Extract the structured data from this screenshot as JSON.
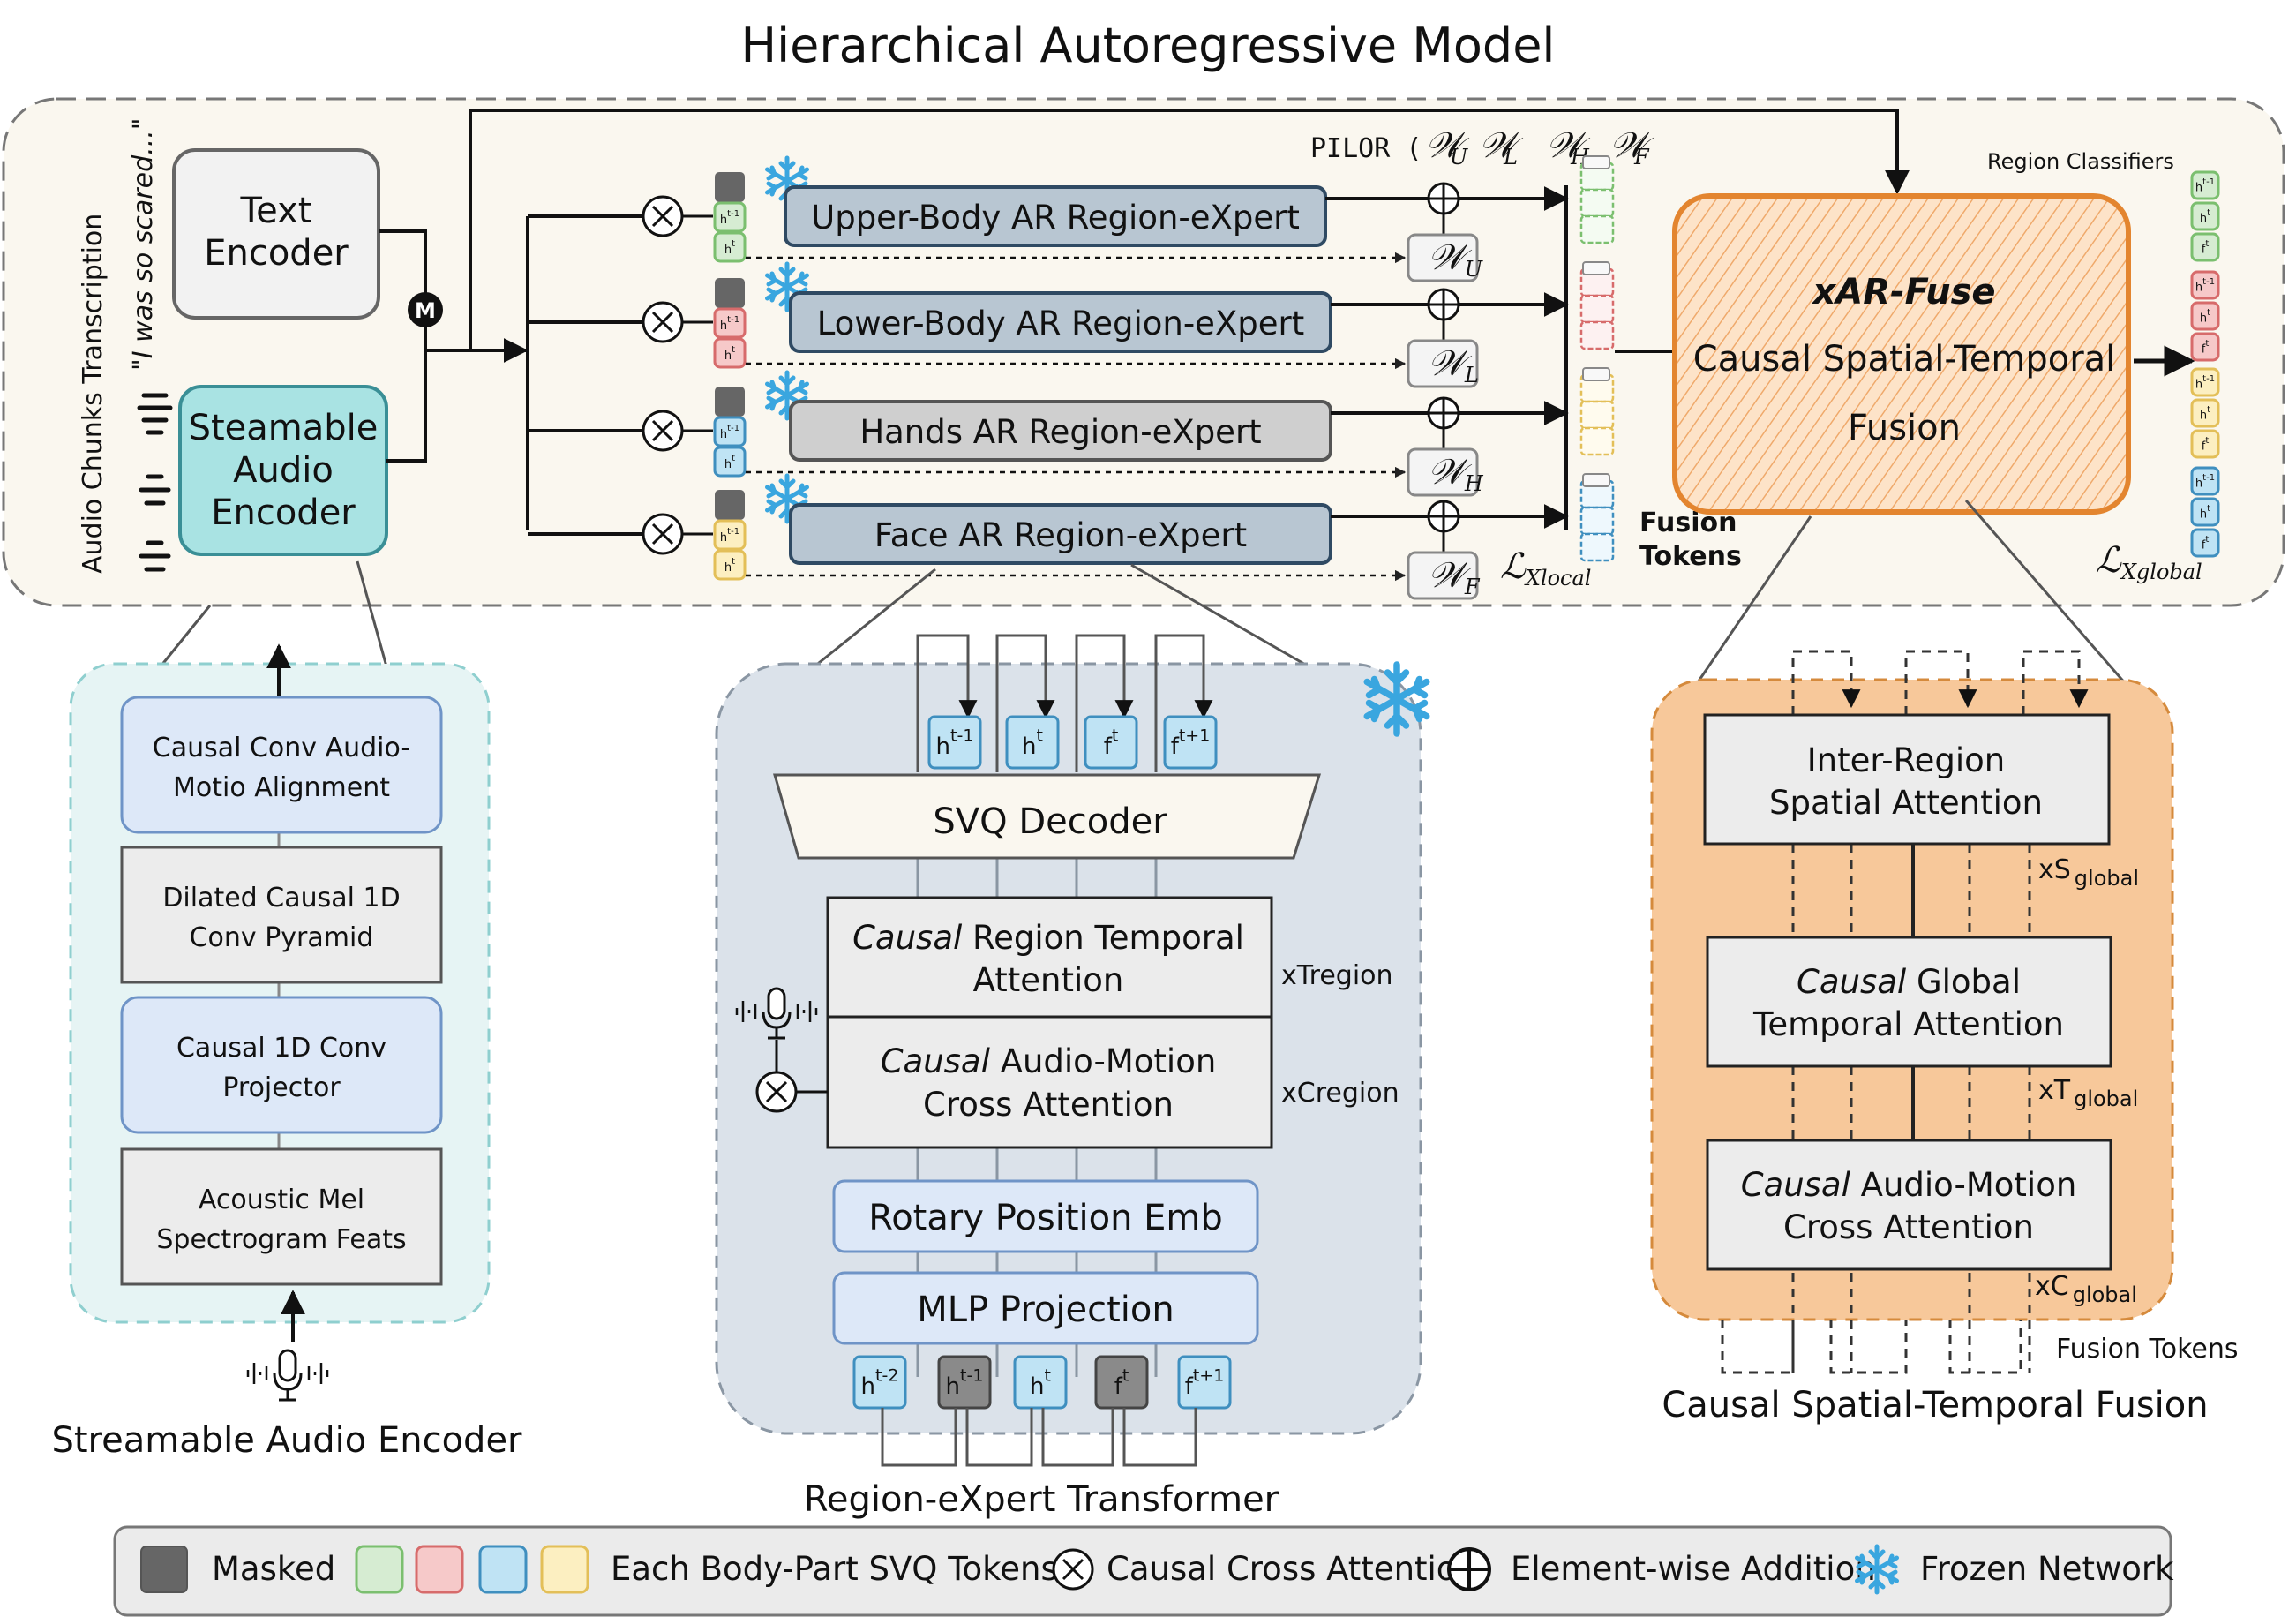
{
  "title": "Hierarchical Autoregressive Model",
  "colors": {
    "top_panel": "#faf7ef",
    "encoder_panel": "#e6f4f4",
    "transformer_panel": "#dbe2ea",
    "fusion_panel": "#f7c89a",
    "fusion_box": "#fde3c8",
    "upper": "#d6ecd2",
    "lower": "#f6c9c9",
    "hands": "#bfe3f4",
    "face": "#fcefc1",
    "masked": "#666666",
    "expert": "#b8c6d2",
    "expert_gray": "#cfcfcf",
    "block_blue": "#dde8f8",
    "block_gray": "#ececec",
    "snow": "#3aa6df"
  },
  "top": {
    "side_label": "Audio Chunks   Transcription",
    "quote": "\"I was so scared...\"",
    "text_encoder": [
      "Text",
      "Encoder"
    ],
    "audio_encoder": [
      "Steamable",
      "Audio",
      "Encoder"
    ],
    "merge": "M",
    "pilor": "PILOR (",
    "pilor_w": [
      "𝒲",
      "𝒲",
      "𝒲",
      "𝒲"
    ],
    "pilor_sub": [
      "U",
      "L",
      "H",
      "F"
    ],
    "experts": [
      {
        "label": "Upper-Body  AR Region-eXpert",
        "w": "𝒲",
        "wsub": "U"
      },
      {
        "label": "Lower-Body  AR Region-eXpert",
        "w": "𝒲",
        "wsub": "L"
      },
      {
        "label": "Hands  AR Region-eXpert",
        "w": "𝒲",
        "wsub": "H"
      },
      {
        "label": "Face AR Region-eXpert",
        "w": "𝒲",
        "wsub": "F"
      }
    ],
    "token_prev": "h",
    "token_prev_sup": "t-1",
    "token_cur": "h",
    "token_cur_sup": "t",
    "loss_local": "ℒ",
    "loss_local_sub": "Xlocal",
    "fusion_tokens": [
      "Fusion",
      "Tokens"
    ],
    "xar": [
      "xAR-Fuse",
      "Causal Spatial-Temporal",
      "Fusion"
    ],
    "region_classifiers": "Region Classifiers",
    "cls_tokens": [
      {
        "base": "h",
        "sup": "t-1"
      },
      {
        "base": "h",
        "sup": "t"
      },
      {
        "base": "f",
        "sup": "t"
      }
    ],
    "loss_global": "ℒ",
    "loss_global_sub": "Xglobal"
  },
  "encoder": {
    "blocks": [
      [
        "Causal Conv Audio-",
        "Motio Alignment"
      ],
      [
        "Dilated Causal 1D",
        "Conv Pyramid"
      ],
      [
        "Causal 1D Conv",
        "Projector"
      ],
      [
        "Acoustic Mel",
        "Spectrogram Feats"
      ]
    ],
    "caption": "Streamable Audio Encoder"
  },
  "transformer": {
    "out_tokens": [
      {
        "base": "h",
        "sup": "t-1"
      },
      {
        "base": "h",
        "sup": "t"
      },
      {
        "base": "f",
        "sup": "t"
      },
      {
        "base": "f",
        "sup": "t+1"
      }
    ],
    "decoder": "SVQ Decoder",
    "temporal": {
      "ital": "Causal",
      "rest": " Region Temporal",
      "line2": "Attention"
    },
    "cross": {
      "ital": "Causal",
      "rest": "  Audio-Motion",
      "line2": "Cross Attention"
    },
    "xt": "xTregion",
    "xc": "xCregion",
    "rotary": "Rotary Position Emb",
    "mlp": "MLP Projection",
    "in_tokens": [
      {
        "base": "h",
        "sup": "t-2"
      },
      {
        "base": "h",
        "sup": "t-1"
      },
      {
        "base": "h",
        "sup": "t"
      },
      {
        "base": "f",
        "sup": "t"
      },
      {
        "base": "f",
        "sup": "t+1"
      }
    ],
    "caption": "Region-eXpert Transformer"
  },
  "fusion": {
    "inter": [
      "Inter-Region",
      "Spatial Attention"
    ],
    "global_temporal": {
      "ital": "Causal",
      "rest": "  Global",
      "line2": "Temporal Attention"
    },
    "cross": {
      "ital": "Causal",
      "rest": "  Audio-Motion",
      "line2": "Cross Attention"
    },
    "xs": "xS",
    "xs_sub": "global",
    "xt": "xT",
    "xt_sub": "global",
    "xc": "xC",
    "xc_sub": "global",
    "tokens_label": "Fusion Tokens",
    "caption": "Causal Spatial-Temporal Fusion"
  },
  "legend": {
    "masked": "Masked",
    "svq": "Each Body-Part SVQ Tokens",
    "cross": "Causal Cross Attention",
    "add": "Element-wise Addition",
    "frozen": "Frozen Network"
  }
}
